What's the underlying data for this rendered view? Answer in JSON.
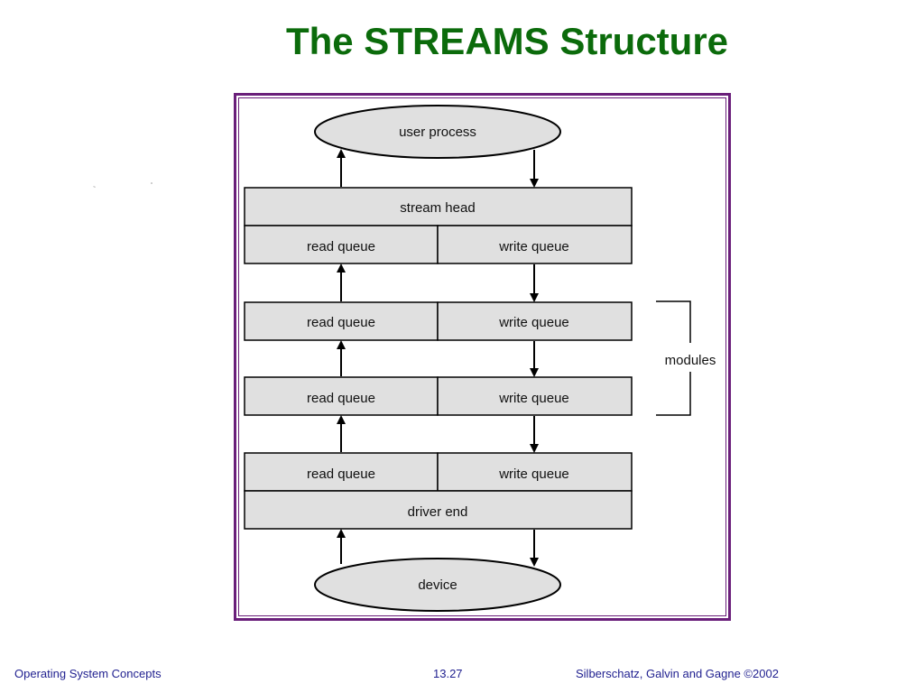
{
  "title": "The STREAMS Structure",
  "diagram": {
    "user_process": "user process",
    "stream_head": "stream head",
    "read_queue": "read queue",
    "write_queue": "write queue",
    "driver_end": "driver end",
    "device": "device",
    "modules": "modules"
  },
  "footer": {
    "course": "Operating System Concepts",
    "page": "13.27",
    "authors": "Silberschatz, Galvin and  Gagne ©2002"
  },
  "colors": {
    "title": "#0b6b0b",
    "frame": "#6a1f7a",
    "box_fill": "#e0e0e0",
    "footer": "#1f1f8f"
  }
}
